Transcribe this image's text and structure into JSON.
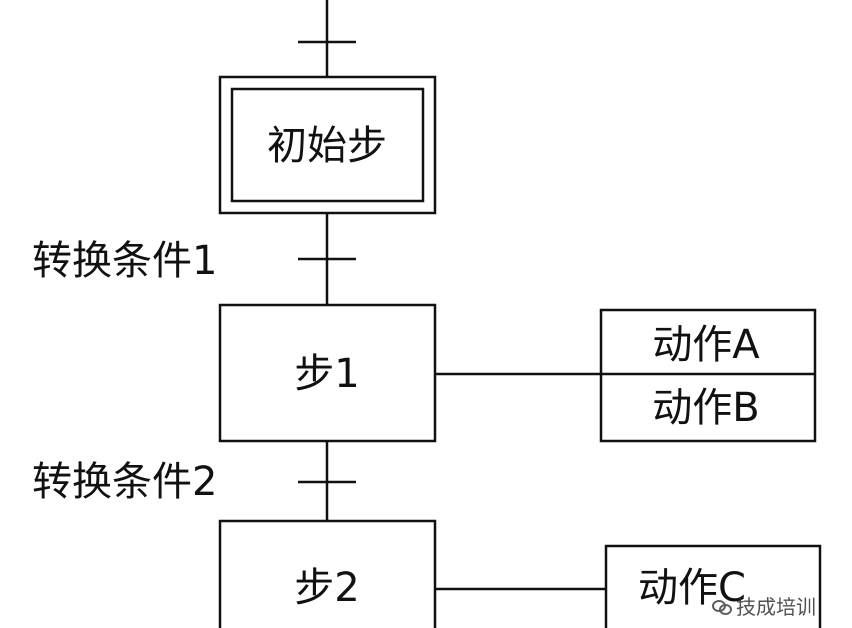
{
  "diagram": {
    "initial_step": "初始步",
    "transition_1": "转换条件1",
    "step_1": "步1",
    "action_a": "动作A",
    "action_b": "动作B",
    "transition_2": "转换条件2",
    "step_2": "步2",
    "action_c": "动作C"
  },
  "watermark": {
    "text": "技成培训",
    "icon": "wechat-icon"
  }
}
